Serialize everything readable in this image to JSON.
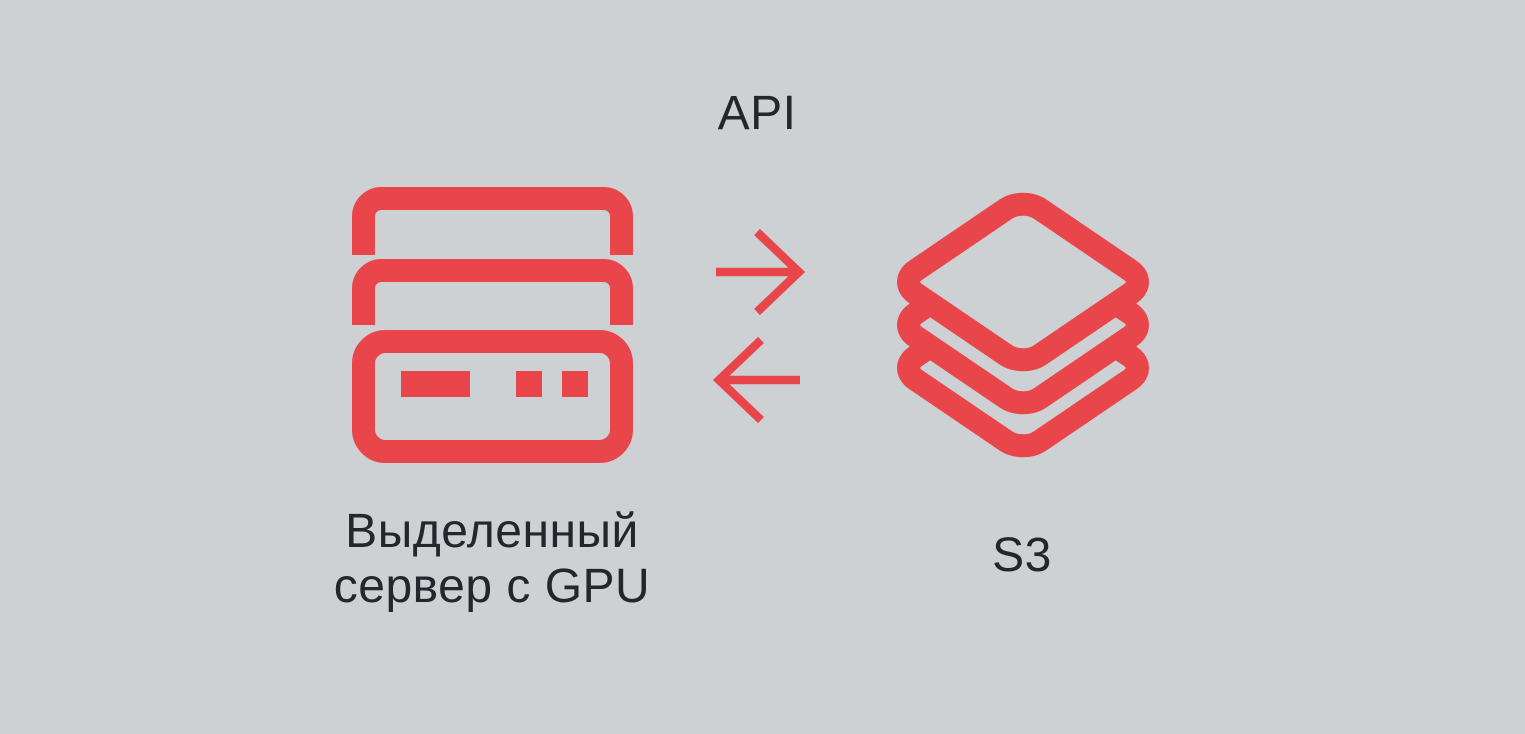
{
  "canvas": {
    "background_color": "#cdd1d4",
    "accent_color": "#e9464b",
    "text_color": "#23262a"
  },
  "diagram": {
    "api_label": "API",
    "server_node": {
      "icon": "dedicated-server-stack-icon",
      "label_line1": "Выделенный",
      "label_line2": "сервер с GPU"
    },
    "s3_node": {
      "icon": "layers-stack-icon",
      "label": "S3"
    },
    "links": {
      "to_s3_icon": "arrow-right-icon",
      "from_s3_icon": "arrow-left-icon"
    }
  }
}
